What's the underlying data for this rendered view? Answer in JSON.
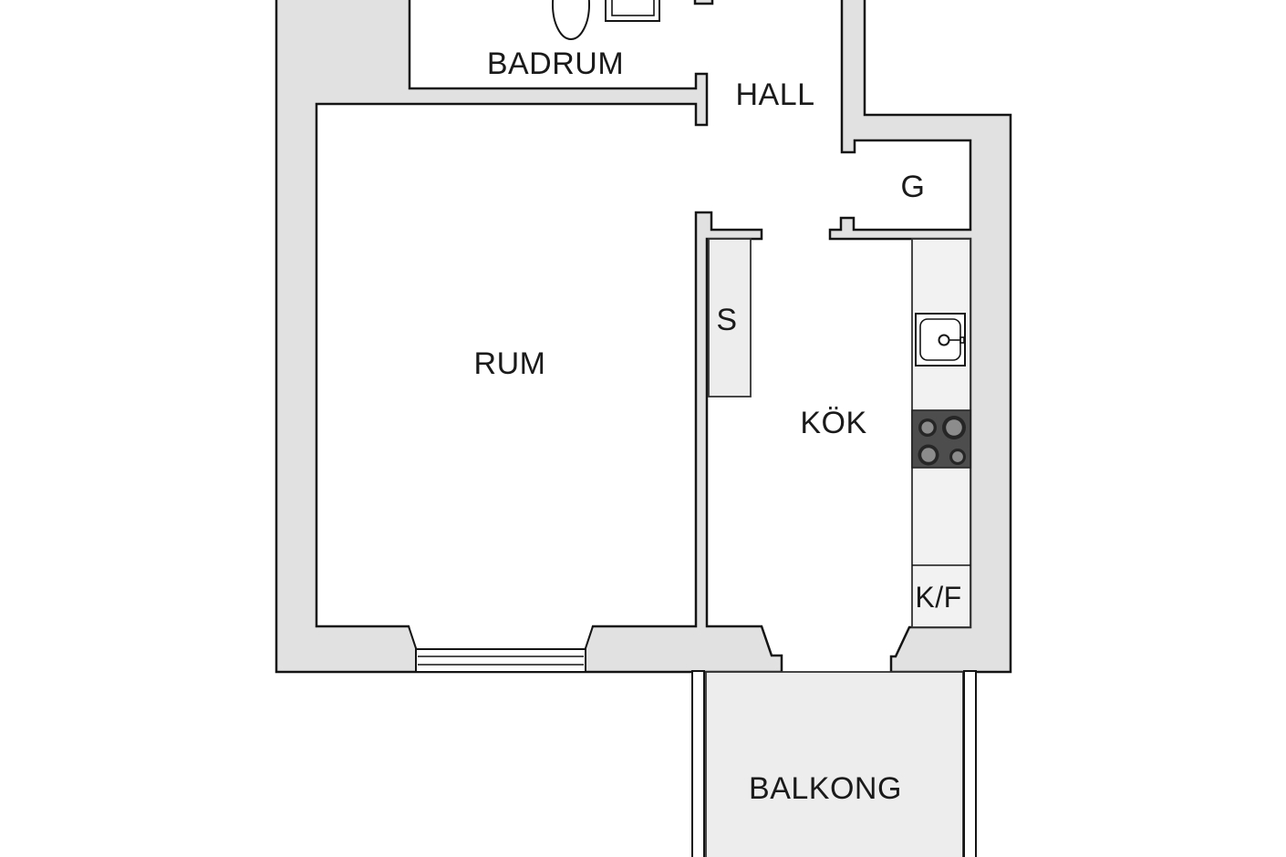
{
  "title": "Apartment floor plan (Swedish)",
  "palette": {
    "wall_fill": "#e1e1e1",
    "wall_line": "#141414",
    "floor": "#ffffff",
    "furniture_fill": "#ededed",
    "counter_fill": "#f2f2f2",
    "stove_fill": "#4d4d4d",
    "burner_ring": "#262626",
    "burner_fill": "#8c8c8c",
    "label_color": "#1a1a1a"
  },
  "rooms": {
    "badrum": {
      "label": "BADRUM"
    },
    "hall": {
      "label": "HALL"
    },
    "garderob": {
      "label": "G"
    },
    "rum": {
      "label": "RUM"
    },
    "skap": {
      "label": "S"
    },
    "kok": {
      "label": "KÖK"
    },
    "kyl_frys": {
      "label": "K/F"
    },
    "balkong": {
      "label": "BALKONG"
    }
  },
  "fixtures": {
    "toilet": "toilet",
    "bathroom_sink": "bathroom-sink",
    "kitchen_sink": "kitchen-sink-with-faucet",
    "stove": "stove-4-burners",
    "fridge_freezer": "fridge-freezer-cabinet",
    "window": "window-in-south-wall",
    "wardrobe": "wardrobe-closet",
    "kitchen_counter": "kitchen-counter",
    "balcony_railing": "balcony-railing"
  }
}
